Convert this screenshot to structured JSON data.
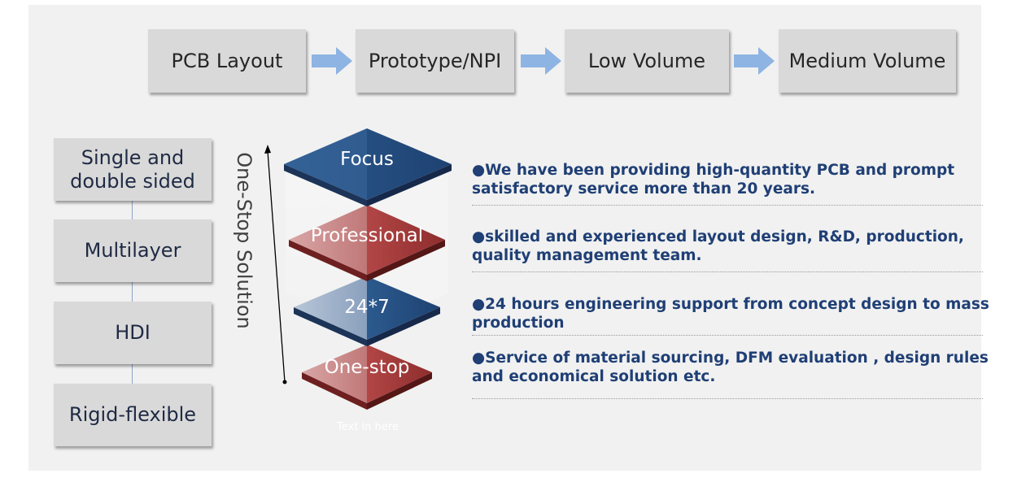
{
  "process_flow": {
    "steps": [
      "PCB Layout",
      "Prototype/NPI",
      "Low Volume",
      "Medium Volume"
    ]
  },
  "board_types": [
    "Single and double sided",
    "Multilayer",
    "HDI",
    "Rigid-flexible"
  ],
  "solution_label": "One-Stop Solution",
  "layers": [
    {
      "label": "Focus",
      "description": "●We have been providing high-quantity PCB and prompt satisfactory service more than 20 years."
    },
    {
      "label": "Professional",
      "description": "●skilled and experienced layout design, R&D, production, quality management team."
    },
    {
      "label": "24*7",
      "description": "●24 hours engineering support from concept design to mass production"
    },
    {
      "label": "One-stop",
      "description": "●Service of material sourcing, DFM evaluation , design rules and economical solution etc."
    }
  ],
  "placeholder_text": "Text in here",
  "colors": {
    "background": "#f1f1f1",
    "box_fill": "#d9d9d9",
    "arrow_fill": "#8eb4e3",
    "layer_blue": "#2e5c8f",
    "layer_red": "#a03a3a",
    "description_text": "#1f3f75"
  }
}
